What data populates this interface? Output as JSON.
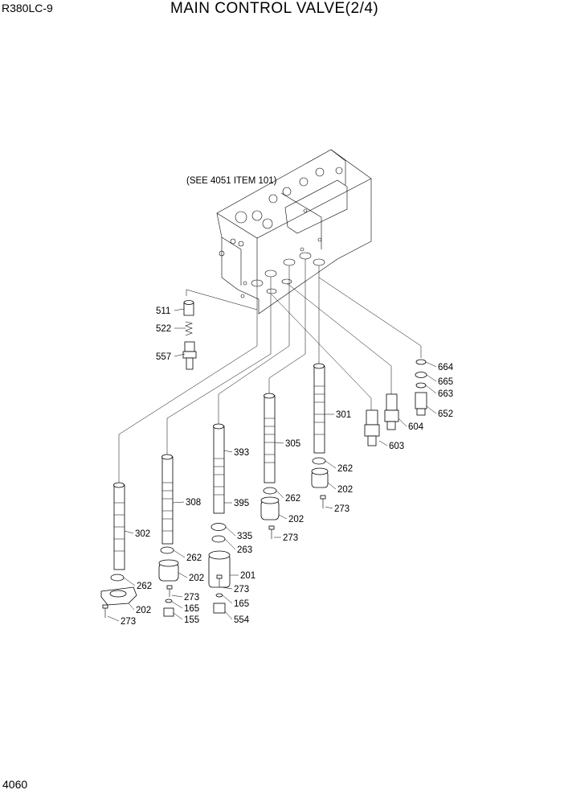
{
  "header": {
    "model": "R380LC-9",
    "title": "MAIN CONTROL VALVE(2/4)"
  },
  "footer": {
    "page_number": "4060"
  },
  "diagram": {
    "note": "(SEE 4051 ITEM 101)",
    "labels": {
      "p511": "511",
      "p522": "522",
      "p557": "557",
      "p664": "664",
      "p665": "665",
      "p663": "663",
      "p652": "652",
      "p604": "604",
      "p603": "603",
      "p301": "301",
      "p262a": "262",
      "p202a": "202",
      "p273a": "273",
      "p305": "305",
      "p262b": "262",
      "p202b": "202",
      "p273b": "273",
      "p393": "393",
      "p395": "395",
      "p335": "335",
      "p263": "263",
      "p201": "201",
      "p273c": "273",
      "p165a": "165",
      "p554": "554",
      "p308": "308",
      "p262c": "262",
      "p202c": "202",
      "p273d": "273",
      "p165b": "165",
      "p155": "155",
      "p302": "302",
      "p262d": "262",
      "p202d": "202",
      "p273e": "273"
    }
  }
}
